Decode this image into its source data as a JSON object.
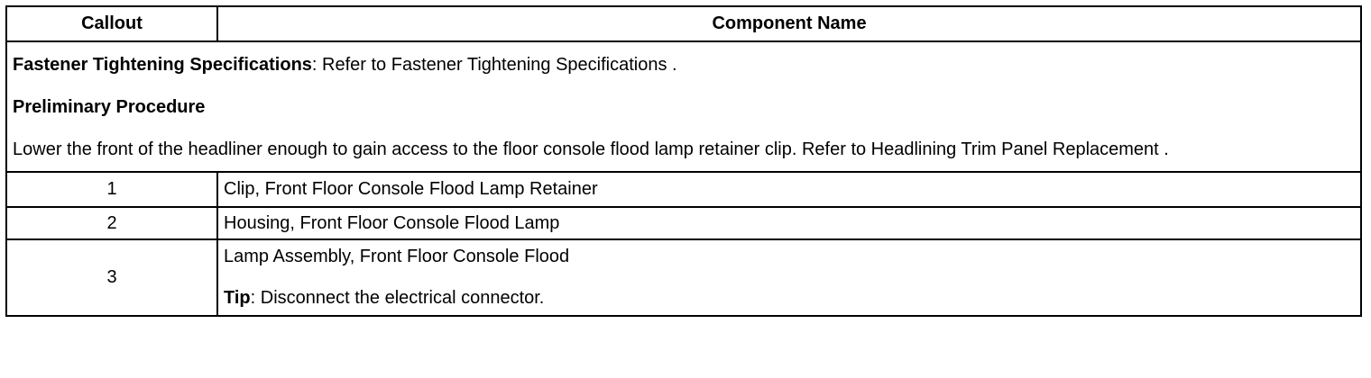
{
  "table": {
    "headers": {
      "callout": "Callout",
      "component_name": "Component Name"
    },
    "intro": {
      "fastener_label": "Fastener Tightening Specifications",
      "fastener_text": ": Refer to Fastener Tightening Specifications .",
      "preliminary_heading": "Preliminary Procedure",
      "preliminary_text": "Lower the front of the headliner enough to gain access to the floor console flood lamp retainer clip. Refer to Headlining Trim Panel Replacement ."
    },
    "rows": [
      {
        "callout": "1",
        "name": "Clip, Front Floor Console Flood Lamp Retainer"
      },
      {
        "callout": "2",
        "name": "Housing, Front Floor Console Flood Lamp"
      },
      {
        "callout": "3",
        "name": "Lamp Assembly, Front Floor Console Flood",
        "tip_label": "Tip",
        "tip_text": ": Disconnect the electrical connector."
      }
    ]
  }
}
